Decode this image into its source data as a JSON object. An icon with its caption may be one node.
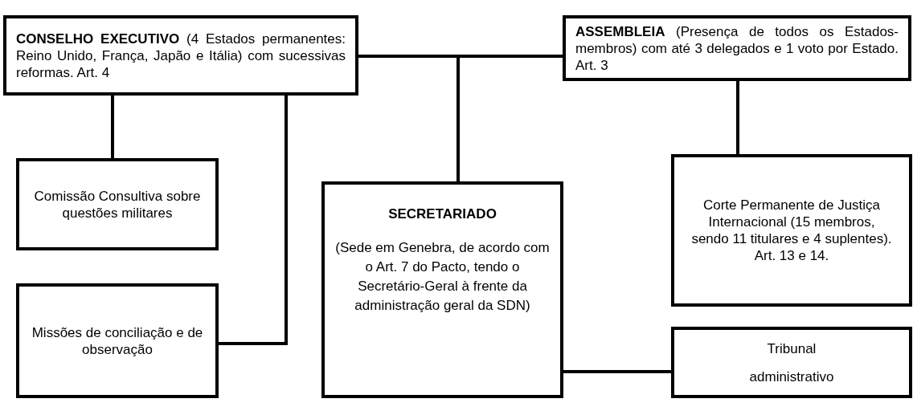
{
  "diagram": {
    "nodes": [
      {
        "text": [
          "**CONSELHO EXECUTIVO** (4 Estados permanentes: Reino Unido, França, Japão e Itália) com sucessivas reformas. Art. 4"
        ]
      },
      {
        "text": [
          "**ASSEMBLEIA** (Presença de todos os Estados-membros) com até 3 delegados e 1 voto por Estado. Art. 3"
        ]
      },
      {
        "text": [
          "Comissão Consultiva sobre questões militares"
        ]
      },
      {
        "text": [
          "Missões de conciliação e de observação"
        ]
      },
      {
        "text": [
          "SECRETARIADO",
          "(Sede em Genebra, de acordo com o Art. 7 do Pacto, tendo o Secretário-Geral à frente da administração geral da SDN)"
        ]
      },
      {
        "text": [
          "Corte Permanente de Justiça Internacional (15 membros, sendo 11 titulares e 4 suplentes). Art. 13 e 14."
        ]
      },
      {
        "text": [
          "Tribunal",
          "administrativo"
        ]
      }
    ],
    "edges": [
      {
        "from": 0,
        "to": 1,
        "arrow": "none"
      },
      {
        "from": 0,
        "to": 4,
        "arrow": "none"
      },
      {
        "from": 0,
        "to": 2,
        "arrow": "none"
      },
      {
        "from": 0,
        "to": 3,
        "arrow": "none"
      },
      {
        "from": 1,
        "to": 5,
        "arrow": "none"
      },
      {
        "from": 4,
        "to": 6,
        "arrow": "none"
      }
    ]
  }
}
